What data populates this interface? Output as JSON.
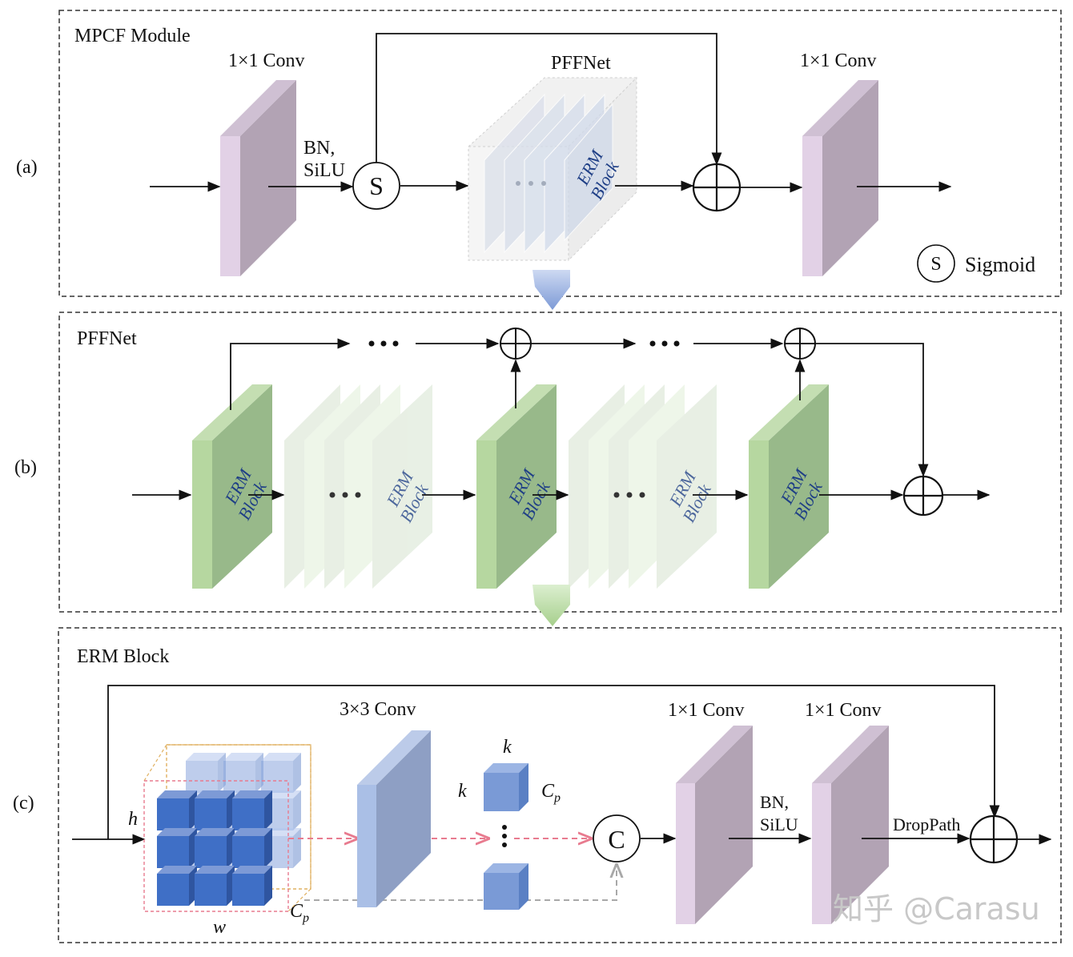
{
  "panels": {
    "a": {
      "tag": "(a)",
      "title": "MPCF Module",
      "conv1_label": "1×1 Conv",
      "conv2_label": "1×1 Conv",
      "bn_line1": "BN,",
      "bn_line2": "SiLU",
      "sigmoid_symbol": "S",
      "pffnet_label": "PFFNet",
      "erm_line1": "ERM",
      "erm_line2": "Block",
      "legend_symbol": "S",
      "legend_text": "Sigmoid"
    },
    "b": {
      "tag": "(b)",
      "title": "PFFNet",
      "erm_line1": "ERM",
      "erm_line2": "Block"
    },
    "c": {
      "tag": "(c)",
      "title": "ERM Block",
      "conv3_label": "3×3 Conv",
      "conv1a_label": "1×1 Conv",
      "conv1b_label": "1×1 Conv",
      "bn_line1": "BN,",
      "bn_line2": "SiLU",
      "droppath": "DropPath",
      "concat_symbol": "C",
      "h": "h",
      "w": "w",
      "cp": "C",
      "cp_sub": "p",
      "k_top": "k",
      "k_left": "k",
      "cp_right": "C",
      "cp_right_sub": "p"
    }
  },
  "watermark": "知乎 @Carasu",
  "colors": {
    "purple_front": "#e2d1e6",
    "purple_side": "#b2a3b4",
    "green_front": "#b6d7a0",
    "green_side": "#98b98a",
    "blue_front": "#aabfe6",
    "blue_side": "#8e9fc4",
    "cube": "#3f6fc6",
    "dashed_red": "#e87b8f",
    "dashed_orange": "#e0b060"
  }
}
